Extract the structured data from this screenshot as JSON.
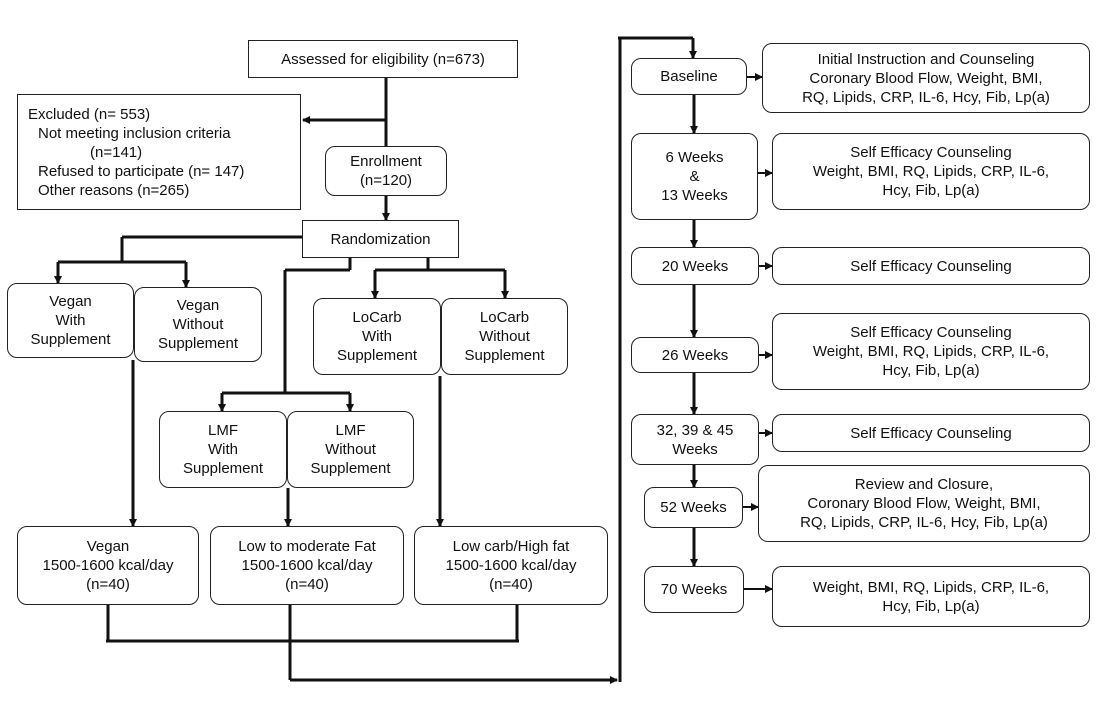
{
  "screening": {
    "assessed": "Assessed for eligibility (n=673)",
    "excluded": [
      "Excluded (n= 553)",
      "Not meeting inclusion criteria",
      "(n=141)",
      "Refused to participate (n= 147)",
      "Other reasons (n=265)"
    ],
    "enrollment": [
      "Enrollment",
      "(n=120)"
    ],
    "randomization": "Randomization"
  },
  "arms": {
    "vegan_with": [
      "Vegan",
      "With",
      "Supplement"
    ],
    "vegan_without": [
      "Vegan",
      "Without",
      "Supplement"
    ],
    "locarb_with": [
      "LoCarb",
      "With",
      "Supplement"
    ],
    "locarb_without": [
      "LoCarb",
      "Without",
      "Supplement"
    ],
    "lmf_with": [
      "LMF",
      "With",
      "Supplement"
    ],
    "lmf_without": [
      "LMF",
      "Without",
      "Supplement"
    ]
  },
  "diets": {
    "vegan": [
      "Vegan",
      "1500-1600 kcal/day",
      "(n=40)"
    ],
    "lmf": [
      "Low to moderate Fat",
      "1500-1600 kcal/day",
      "(n=40)"
    ],
    "lowcarb": [
      "Low carb/High fat",
      "1500-1600 kcal/day",
      "(n=40)"
    ]
  },
  "timeline": [
    {
      "time": [
        "Baseline"
      ],
      "activity": [
        "Initial Instruction and Counseling",
        "Coronary Blood Flow, Weight, BMI,",
        "RQ, Lipids, CRP, IL-6, Hcy, Fib, Lp(a)"
      ]
    },
    {
      "time": [
        "6 Weeks",
        "&",
        "13 Weeks"
      ],
      "activity": [
        "Self Efficacy Counseling",
        "Weight, BMI, RQ, Lipids, CRP, IL-6,",
        "Hcy, Fib, Lp(a)"
      ]
    },
    {
      "time": [
        "20 Weeks"
      ],
      "activity": [
        "Self Efficacy Counseling"
      ]
    },
    {
      "time": [
        "26 Weeks"
      ],
      "activity": [
        "Self Efficacy Counseling",
        "Weight, BMI, RQ, Lipids, CRP, IL-6,",
        "Hcy, Fib, Lp(a)"
      ]
    },
    {
      "time": [
        "32, 39 & 45",
        "Weeks"
      ],
      "activity": [
        "Self Efficacy Counseling"
      ]
    },
    {
      "time": [
        "52 Weeks"
      ],
      "activity": [
        "Review and Closure,",
        "Coronary Blood Flow, Weight, BMI,",
        "RQ, Lipids, CRP, IL-6, Hcy, Fib, Lp(a)"
      ]
    },
    {
      "time": [
        "70 Weeks"
      ],
      "activity": [
        "Weight, BMI, RQ, Lipids, CRP, IL-6,",
        "Hcy, Fib, Lp(a)"
      ]
    }
  ]
}
